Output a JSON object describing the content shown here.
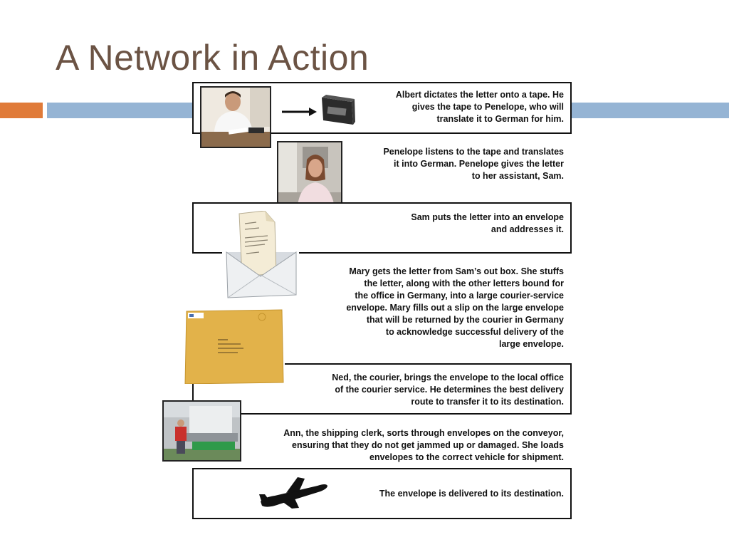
{
  "title": "A Network in Action",
  "colors": {
    "title": "#6b5344",
    "band_orange": "#e07b39",
    "band_blue": "#95b4d4"
  },
  "steps": [
    {
      "lines": [
        "Albert dictates the letter onto a tape. He",
        "gives the tape to Penelope, who will",
        "translate it to German for him."
      ],
      "image": "man-at-desk-photo"
    },
    {
      "lines": [
        "Penelope listens to the tape and translates",
        "it into German. Penelope gives the letter",
        "to her assistant, Sam."
      ],
      "image": "woman-photo"
    },
    {
      "lines": [
        "Sam puts the letter into an envelope",
        "and addresses it."
      ],
      "image": "letter-in-envelope-icon"
    },
    {
      "lines": [
        "Mary gets the letter from Sam’s out box. She stuffs",
        "the letter, along with the other letters bound for",
        "the office in Germany, into a large courier-service",
        "envelope. Mary fills out a slip on the large envelope",
        "that will be returned by the courier in Germany",
        "to acknowledge successful delivery of the",
        "large envelope."
      ],
      "image": "manila-envelope-icon"
    },
    {
      "lines": [
        "Ned, the courier, brings the envelope to the local office",
        "of the courier service. He determines the best delivery",
        "route to transfer it to its destination."
      ],
      "image": ""
    },
    {
      "lines": [
        "Ann, the shipping clerk, sorts through envelopes on the conveyor,",
        "ensuring that they do not get jammed up or damaged. She loads",
        "envelopes to the correct vehicle for shipment."
      ],
      "image": "conveyor-photo"
    },
    {
      "lines": [
        "The envelope is delivered to its destination."
      ],
      "image": "airplane-icon"
    }
  ]
}
